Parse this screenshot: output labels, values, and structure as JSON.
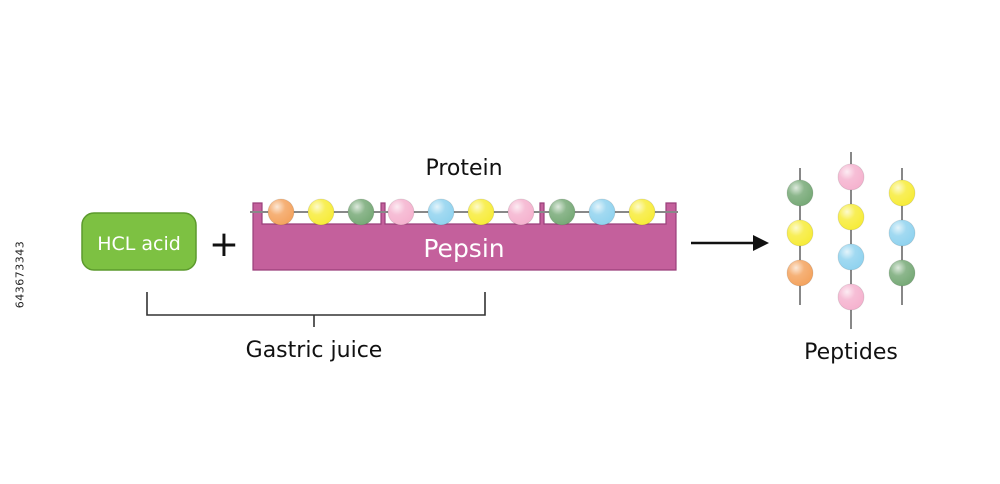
{
  "labels": {
    "hcl": "HCL acid",
    "plus": "+",
    "protein": "Protein",
    "pepsin": "Pepsin",
    "gastric": "Gastric juice",
    "peptides": "Peptides"
  },
  "side_id": "643673343",
  "colors": {
    "hcl_box": "#7dc142",
    "hcl_box_border": "#5c9a2d",
    "pepsin": "#c4609c",
    "pepsin_border": "#9a3f7a",
    "chain": "#888888"
  },
  "protein_beads": [
    {
      "color": "#f4a460",
      "name": "orange"
    },
    {
      "color": "#f7ec3b",
      "name": "yellow"
    },
    {
      "color": "#78aa78",
      "name": "green"
    },
    {
      "color": "#f5b3cf",
      "name": "pink"
    },
    {
      "color": "#91d3ef",
      "name": "blue"
    },
    {
      "color": "#f7ec3b",
      "name": "yellow"
    },
    {
      "color": "#f5b3cf",
      "name": "pink"
    },
    {
      "color": "#78aa78",
      "name": "green"
    },
    {
      "color": "#91d3ef",
      "name": "blue"
    },
    {
      "color": "#f7ec3b",
      "name": "yellow"
    }
  ],
  "peptides": [
    {
      "beads": [
        "#78aa78",
        "#f7ec3b",
        "#f4a460"
      ]
    },
    {
      "beads": [
        "#f5b3cf",
        "#f7ec3b",
        "#91d3ef",
        "#f5b3cf"
      ]
    },
    {
      "beads": [
        "#f7ec3b",
        "#91d3ef",
        "#78aa78"
      ]
    }
  ]
}
